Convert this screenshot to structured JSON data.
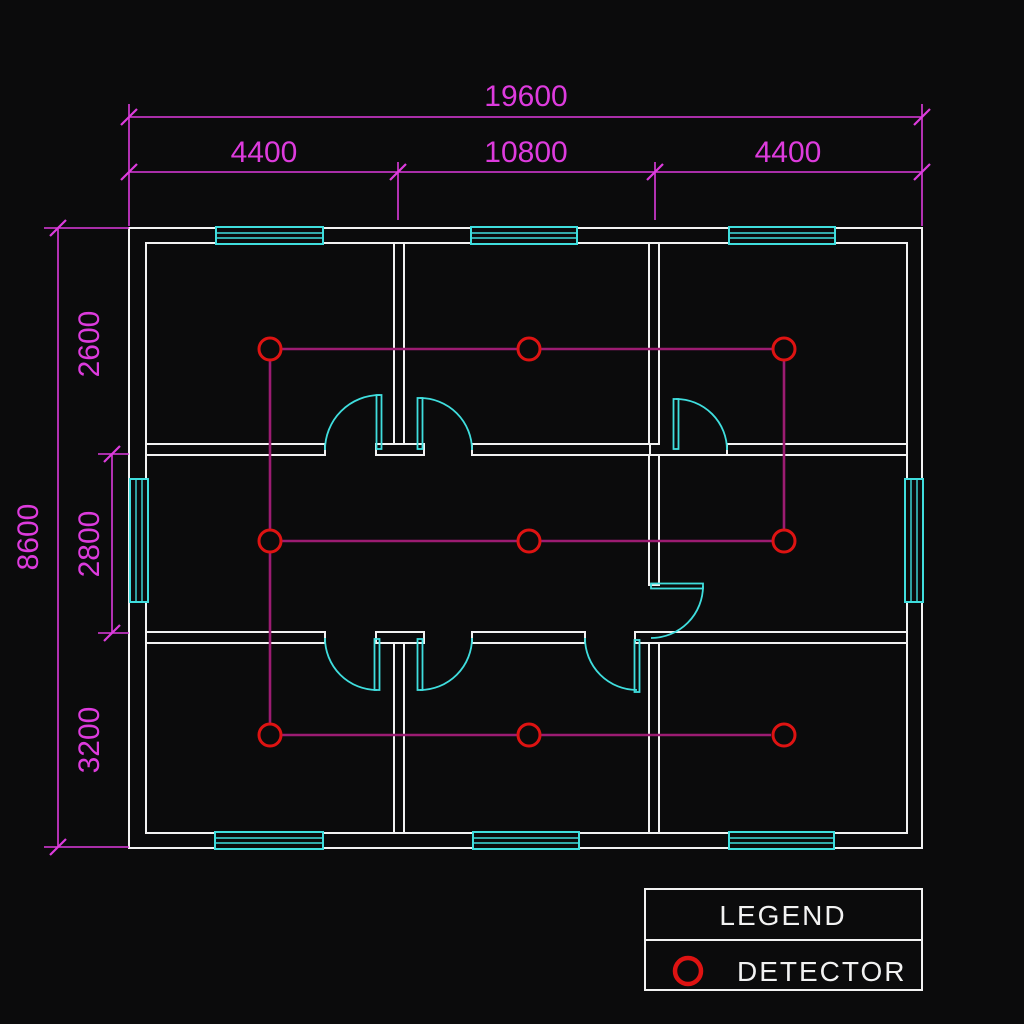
{
  "dimensions": {
    "horizontal": {
      "overall": "19600",
      "segments": [
        "4400",
        "10800",
        "4400"
      ]
    },
    "vertical": {
      "overall": "8600",
      "segments": [
        "2600",
        "2800",
        "3200"
      ]
    }
  },
  "legend": {
    "title": "LEGEND",
    "items": [
      {
        "symbol": "detector-circle",
        "label": "DETECTOR"
      }
    ]
  },
  "detectors": {
    "symbol": "red-circle",
    "columns_x": [
      270,
      529,
      784
    ],
    "rows_y": [
      349,
      541,
      735
    ],
    "count": 9
  },
  "colors": {
    "background": "#0b0b0c",
    "walls": "#f2f2f2",
    "openings": "#3fdede",
    "dimensions": "#dd3bdd",
    "detector": "#de1312",
    "connectors": "#9c1c72"
  }
}
